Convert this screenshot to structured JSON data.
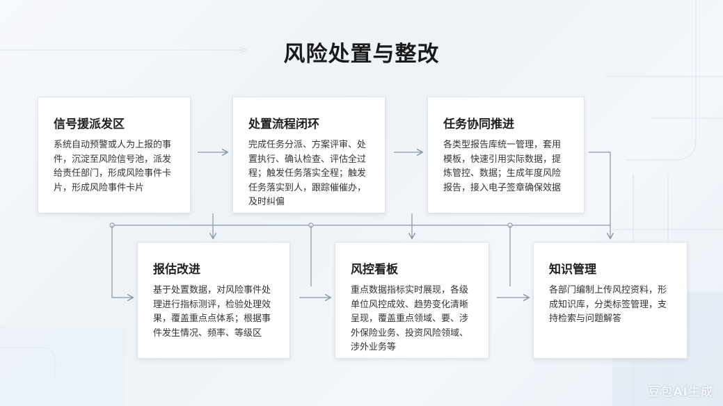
{
  "title": "风险处置与整改",
  "cards": [
    {
      "heading": "信号援派发区",
      "body": "系统自动预警或人为上报的事件，沉淀至风险信号池，派发给责任部门，形成风险事件卡片，形成风险事件卡片"
    },
    {
      "heading": "处置流程闭环",
      "body": "完成任务分派、方案评审、处置执行、确认检查、评估全过程；触发任务落实全程；触发任务落实到人，跟踪催催办，及时纠偏"
    },
    {
      "heading": "任务协同推进",
      "body": "各类型报告库统一管理，套用模板，快速引用实际数据，提炼管控、数据；生成年度风险报告，接入电子签章确保效据"
    },
    {
      "heading": "报估改进",
      "body": "基于处置数据，对风险事件处理进行指标测评，检验处理效果，覆盖重点点体系；根据事件发生情况、频率、等级区"
    },
    {
      "heading": "风控看板",
      "body": "重点数据指标实时展现，各级单位风控成效、趋势变化清晰呈现，覆盖重点领域、要、涉外保险业务、投资风险领域、涉外业务等"
    },
    {
      "heading": "知识管理",
      "body": "各部门编制上传风控资料，形成知识库，分类标签管理，支持检索与问题解答"
    }
  ],
  "watermark": "豆包AI生成",
  "colors": {
    "connector": "#8a96a3",
    "card_border": "#dfe3e8",
    "background": "#f2f6fa"
  }
}
